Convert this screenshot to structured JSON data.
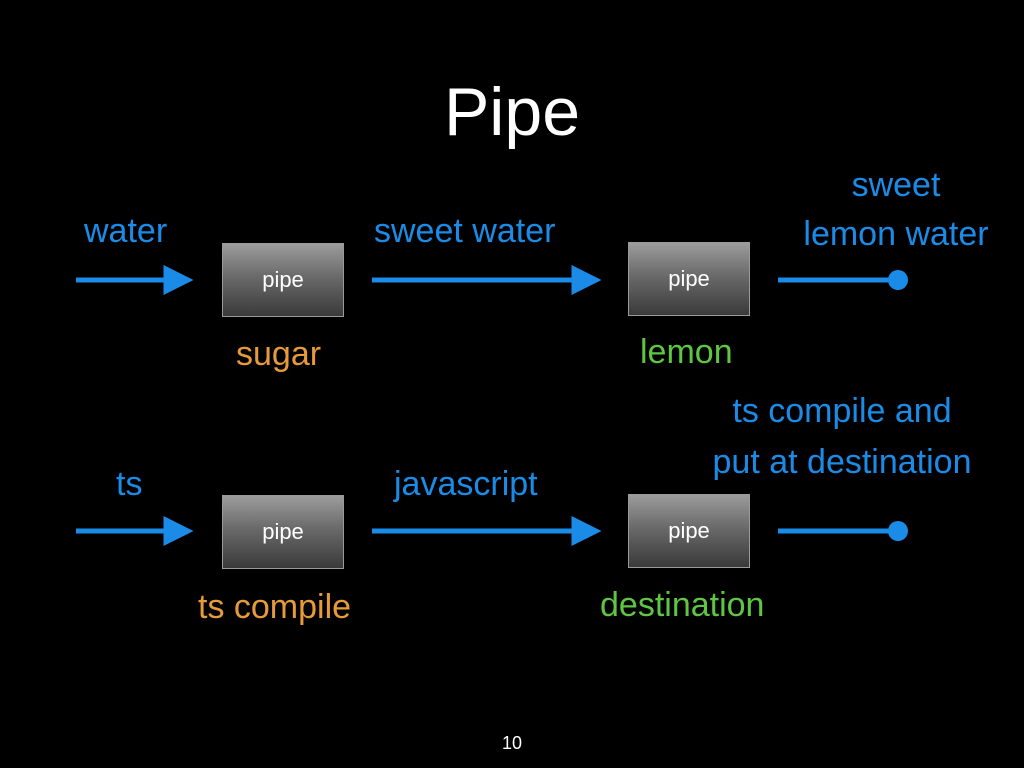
{
  "title": "Pipe",
  "page_number": "10",
  "colors": {
    "background": "#000000",
    "stream": "#1a8ce8",
    "pipe_param": "#e69a3a",
    "destination_param": "#5ec642",
    "title": "#ffffff"
  },
  "rows": [
    {
      "input_label": "water",
      "pipe1": {
        "label": "pipe",
        "param": "sugar"
      },
      "middle_label": "sweet water",
      "pipe2": {
        "label": "pipe",
        "param": "lemon"
      },
      "output_label_line1": "sweet",
      "output_label_line2": "lemon water"
    },
    {
      "input_label": "ts",
      "pipe1": {
        "label": "pipe",
        "param": "ts compile"
      },
      "middle_label": "javascript",
      "pipe2": {
        "label": "pipe",
        "param": "destination"
      },
      "output_label_line1": "ts compile and",
      "output_label_line2": "put at destination"
    }
  ]
}
